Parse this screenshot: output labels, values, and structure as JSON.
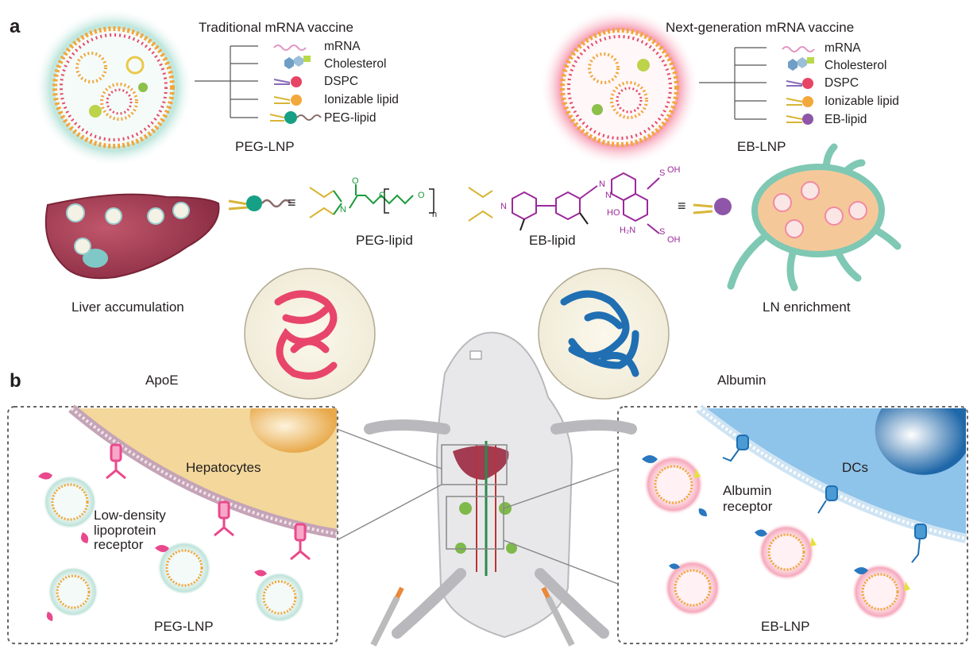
{
  "panels": {
    "a": "a",
    "b": "b"
  },
  "traditional": {
    "title": "Traditional mRNA vaccine",
    "legend": [
      "mRNA",
      "Cholesterol",
      "DSPC",
      "Ionizable lipid",
      "PEG-lipid"
    ],
    "particle_label": "PEG-LNP"
  },
  "next_gen": {
    "title": "Next-generation mRNA vaccine",
    "legend": [
      "mRNA",
      "Cholesterol",
      "DSPC",
      "Ionizable lipid",
      "EB-lipid"
    ],
    "particle_label": "EB-LNP"
  },
  "middle": {
    "liver_label": "Liver accumulation",
    "ln_label": "LN enrichment",
    "peg_lipid_label": "PEG-lipid",
    "eb_lipid_label": "EB-lipid",
    "equiv": "≡",
    "chem": {
      "O": "O",
      "N": "N",
      "n": "n",
      "HO": "HO",
      "H2N": "H₂N",
      "S": "S",
      "OH": "OH"
    }
  },
  "lower": {
    "apoe_label": "ApoE",
    "albumin_label": "Albumin",
    "hepatocytes_label": "Hepatocytes",
    "ldl_receptor_label": "Low-density\nlipoprotein\nreceptor",
    "dcs_label": "DCs",
    "albumin_receptor_label": "Albumin\nreceptor",
    "peg_lnp_label": "PEG-LNP",
    "eb_lnp_label": "EB-LNP"
  },
  "colors": {
    "peg_glow": "#7fd1c3",
    "eb_glow": "#f26b8a",
    "liver": "#a33b52",
    "ln": "#f5c89a",
    "apoe": "#e8456b",
    "albumin": "#1f6fb2",
    "hepatocyte": "#f3d79b",
    "dc": "#8ec3ea",
    "peg_lipid_chem": "#1a9a3a",
    "eb_lipid_chem": "#9b2a9b",
    "peg_dot": "#16a085",
    "eb_dot": "#8e55a8"
  }
}
